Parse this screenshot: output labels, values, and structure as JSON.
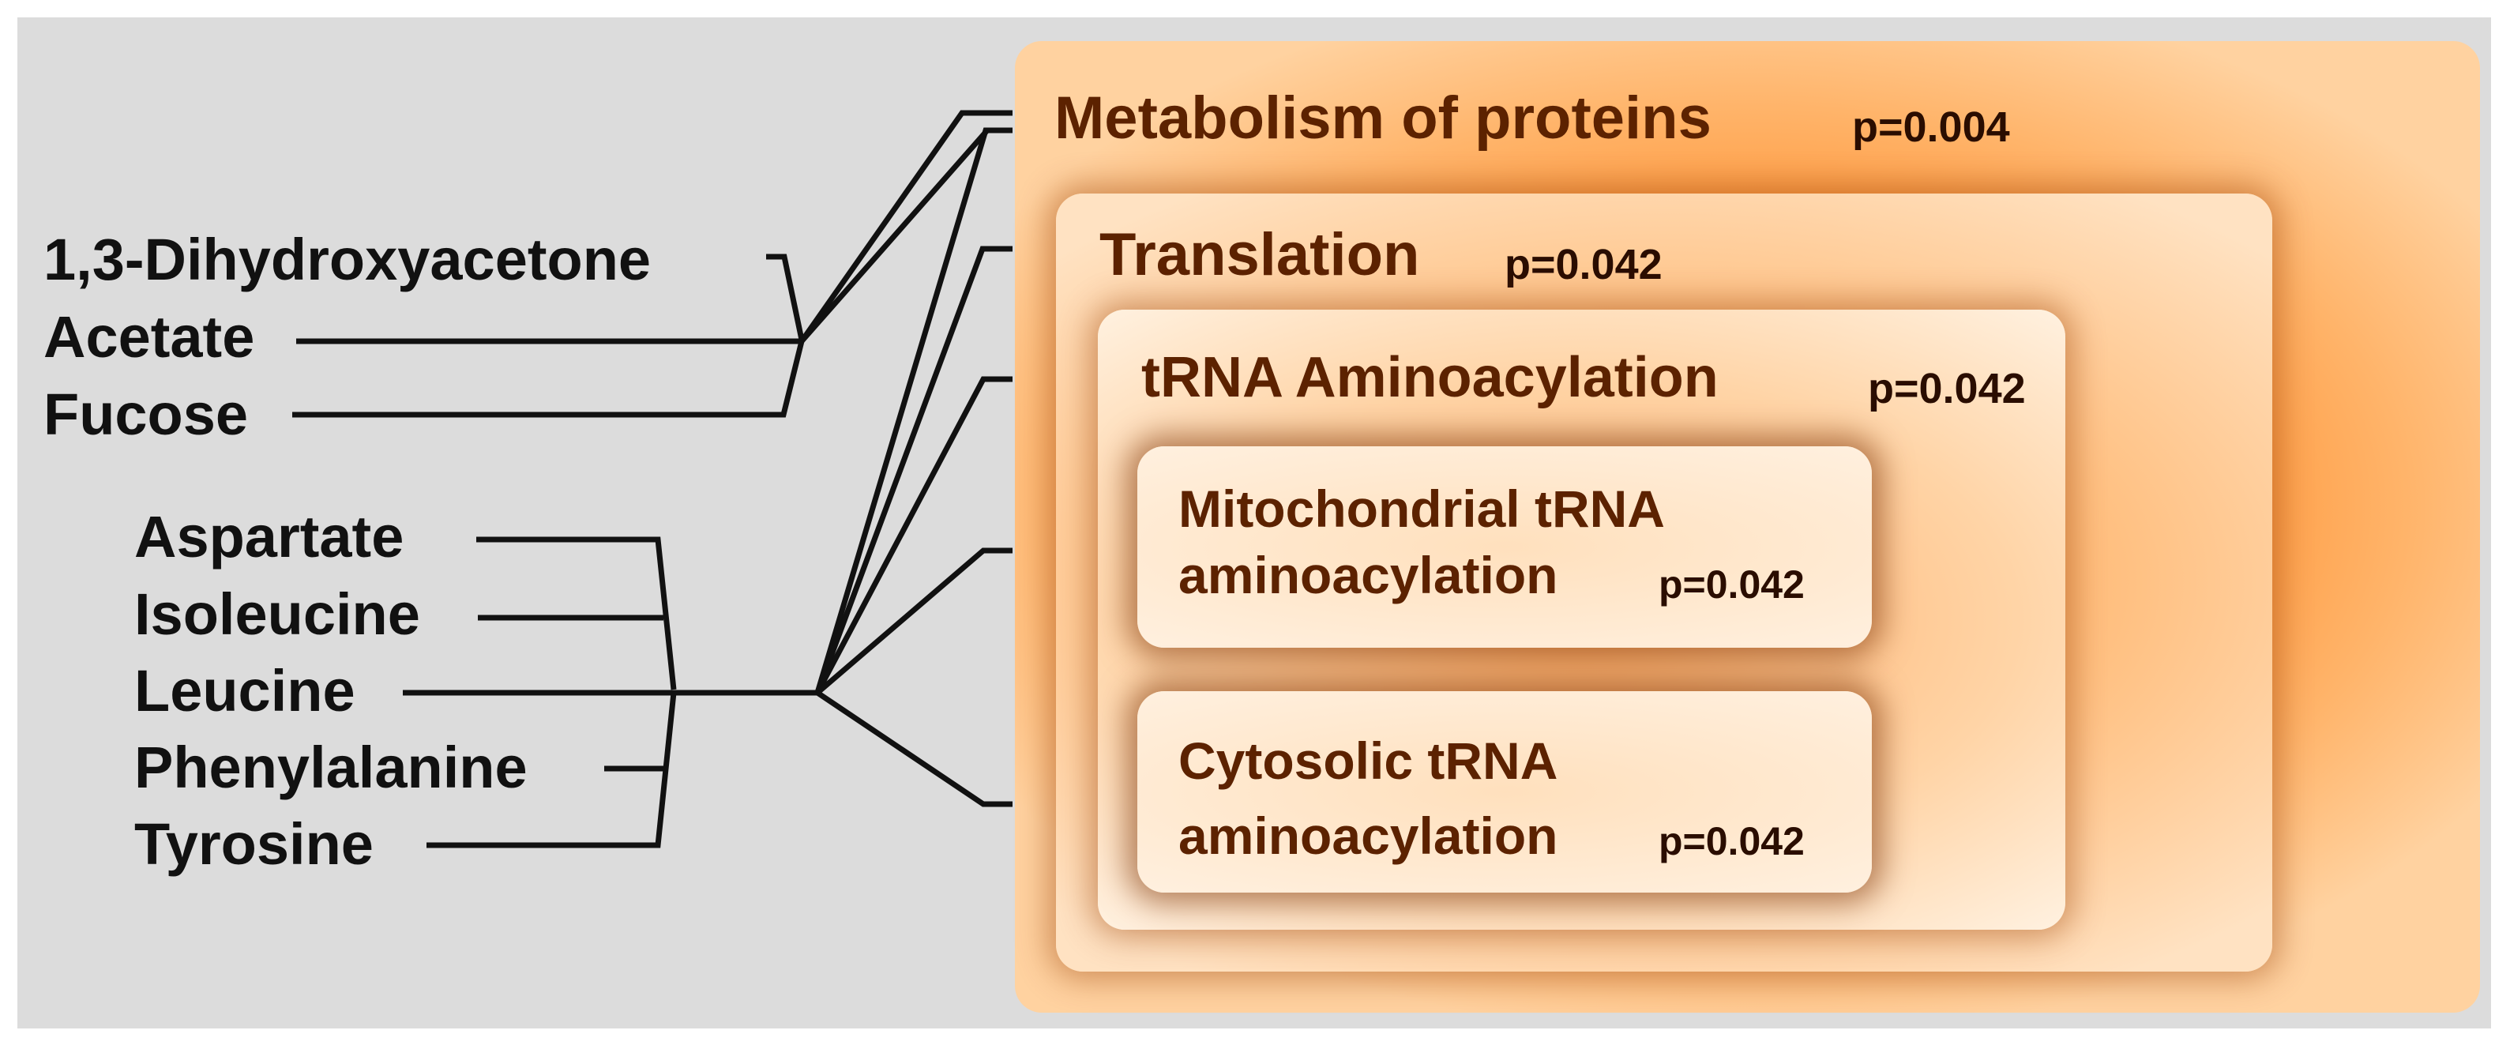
{
  "pathways": {
    "proteins": {
      "title": "Metabolism of proteins",
      "p": "p=0.004"
    },
    "translation": {
      "title": "Translation",
      "p": "p=0.042"
    },
    "trna": {
      "title": "tRNA Aminoacylation",
      "p": "p=0.042"
    },
    "mito": {
      "title_line1": "Mitochondrial tRNA",
      "title_line2": "aminoacylation",
      "p": "p=0.042"
    },
    "cyto": {
      "title_line1": "Cytosolic tRNA",
      "title_line2": "aminoacylation",
      "p": "p=0.042"
    }
  },
  "metabolites": {
    "group1": [
      "1,3-Dihydroxyacetone",
      "Acetate",
      "Fucose"
    ],
    "group2": [
      "Aspartate",
      "Isoleucine",
      "Leucine",
      "Phenylalanine",
      "Tyrosine"
    ]
  },
  "colors": {
    "line": "#111111",
    "title": "#5c2200",
    "orange": "#ff7a0a",
    "background": "#dcdcdc"
  }
}
